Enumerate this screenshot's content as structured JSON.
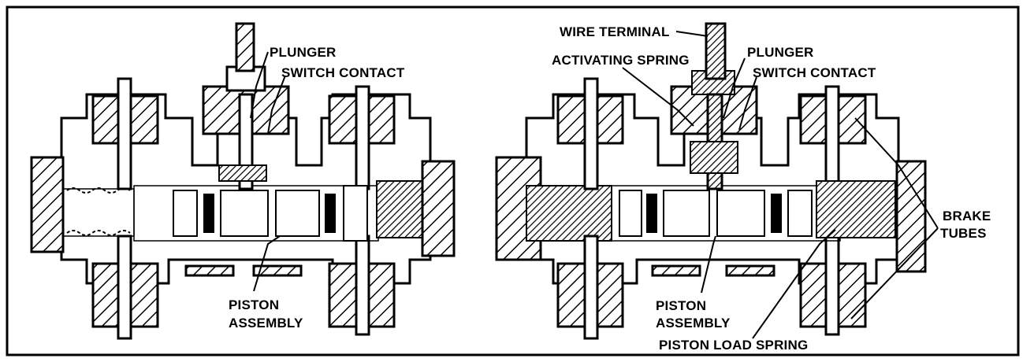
{
  "left_view": {
    "plunger": "PLUNGER",
    "switch_contact": "SWITCH CONTACT",
    "piston_assembly_line1": "PISTON",
    "piston_assembly_line2": "ASSEMBLY"
  },
  "right_view": {
    "wire_terminal": "WIRE TERMINAL",
    "activating_spring": "ACTIVATING SPRING",
    "plunger": "PLUNGER",
    "switch_contact": "SWITCH CONTACT",
    "brake_tubes_line1": "BRAKE",
    "brake_tubes_line2": "TUBES",
    "piston_assembly_line1": "PISTON",
    "piston_assembly_line2": "ASSEMBLY",
    "piston_load_spring": "PISTON LOAD SPRING"
  }
}
